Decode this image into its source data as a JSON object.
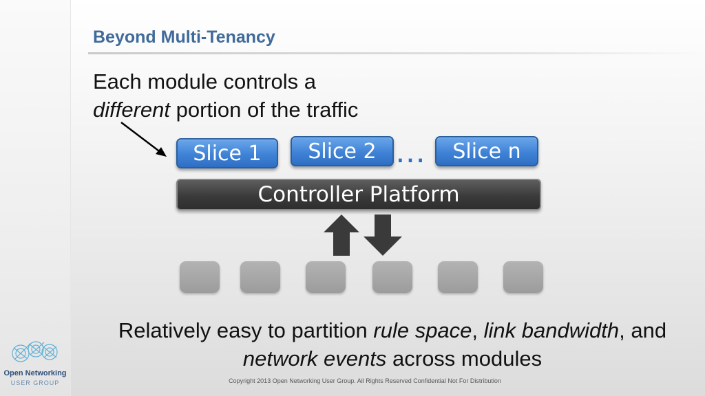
{
  "slide": {
    "title": "Beyond Multi-Tenancy",
    "lead_line1": "Each module controls a",
    "lead_em": "different",
    "lead_rest": " portion of the traffic",
    "slices": [
      "Slice 1",
      "Slice 2",
      "Slice n"
    ],
    "ellipsis": "…",
    "controller": "Controller Platform",
    "bottom": {
      "t1": "Relatively easy to partition ",
      "e1": "rule space",
      "t2": ", ",
      "e2": "link bandwidth",
      "t3": ", and ",
      "e3": "network events",
      "t4": " across modules"
    },
    "copyright": "Copyright 2013 Open Networking User Group.  All Rights Reserved  Confidential Not For Distribution"
  },
  "logo": {
    "name": "Open Networking",
    "sub": "USER GROUP"
  },
  "colors": {
    "title": "#3f6a9a",
    "slice": "#3f82d6",
    "controller": "#3b3b3b",
    "switch": "#a6a6a6"
  }
}
